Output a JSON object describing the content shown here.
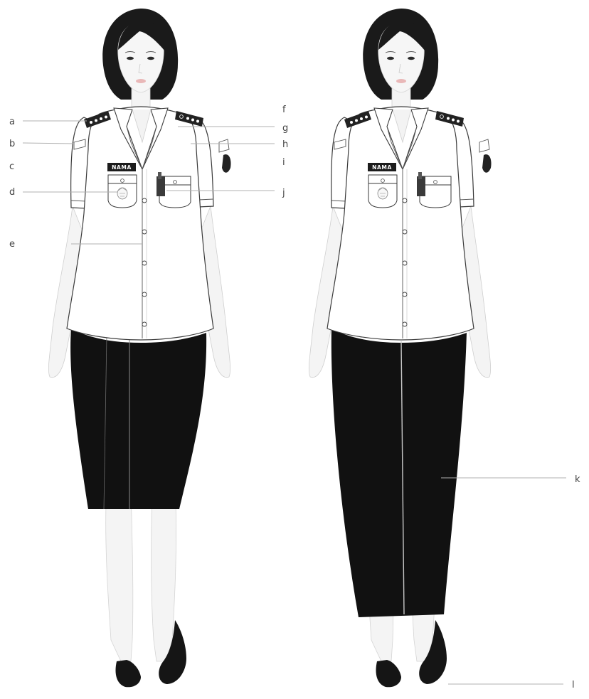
{
  "figure": {
    "callouts_left": [
      "a",
      "b",
      "c",
      "d",
      "e"
    ],
    "callouts_right": [
      "f",
      "g",
      "h",
      "i",
      "j",
      "k",
      "l"
    ],
    "nametag_text": "NAMA"
  },
  "colors": {
    "skirt": "#111111",
    "hair": "#1a1a1a",
    "shirt": "#ffffff",
    "epaulette": "#222222",
    "name_tag": "#1c1c1c",
    "lips": "#e9b8b8",
    "leader_lines": "#b0b0b0",
    "callout_text": "#444444"
  }
}
